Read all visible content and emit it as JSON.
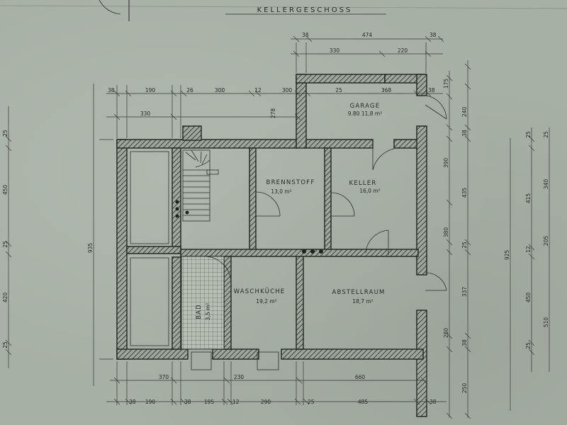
{
  "title": "KELLERGESCHOSS",
  "rooms": {
    "garage": {
      "name": "GARAGE",
      "area": "9.80  11,8 m²"
    },
    "brennstoff": {
      "name": "BRENNSTOFF",
      "area": "13,0 m²"
    },
    "keller": {
      "name": "KELLER",
      "area": "16,0 m²"
    },
    "waschkueche": {
      "name": "WASCHKÜCHE",
      "area": "19,2 m²"
    },
    "abstellraum": {
      "name": "ABSTELLRAUM",
      "area": "18,7 m²"
    },
    "bad": {
      "name": "BAD",
      "area": "3,5 m²"
    }
  },
  "dims": {
    "top1": [
      "38",
      "474",
      "38"
    ],
    "top2": [
      "330",
      "220"
    ],
    "top3": [
      "38",
      "190",
      "26",
      "300",
      "12",
      "300",
      "25",
      "368",
      "38"
    ],
    "top4": [
      "330",
      "278"
    ],
    "bottom1": [
      "370",
      "230",
      "660"
    ],
    "bottom2": [
      "38",
      "190",
      "38",
      "195",
      "12",
      "290",
      "25",
      "485",
      "38"
    ],
    "right1": [
      "175",
      "240",
      "38",
      "390",
      "435",
      "25",
      "380",
      "337",
      "280",
      "38",
      "250"
    ],
    "right2": [
      "25",
      "415",
      "12",
      "450",
      "25",
      "925"
    ],
    "right3": [
      "25",
      "340",
      "205",
      "510"
    ],
    "left": [
      "25",
      "450",
      "25",
      "420",
      "25",
      "935"
    ]
  }
}
